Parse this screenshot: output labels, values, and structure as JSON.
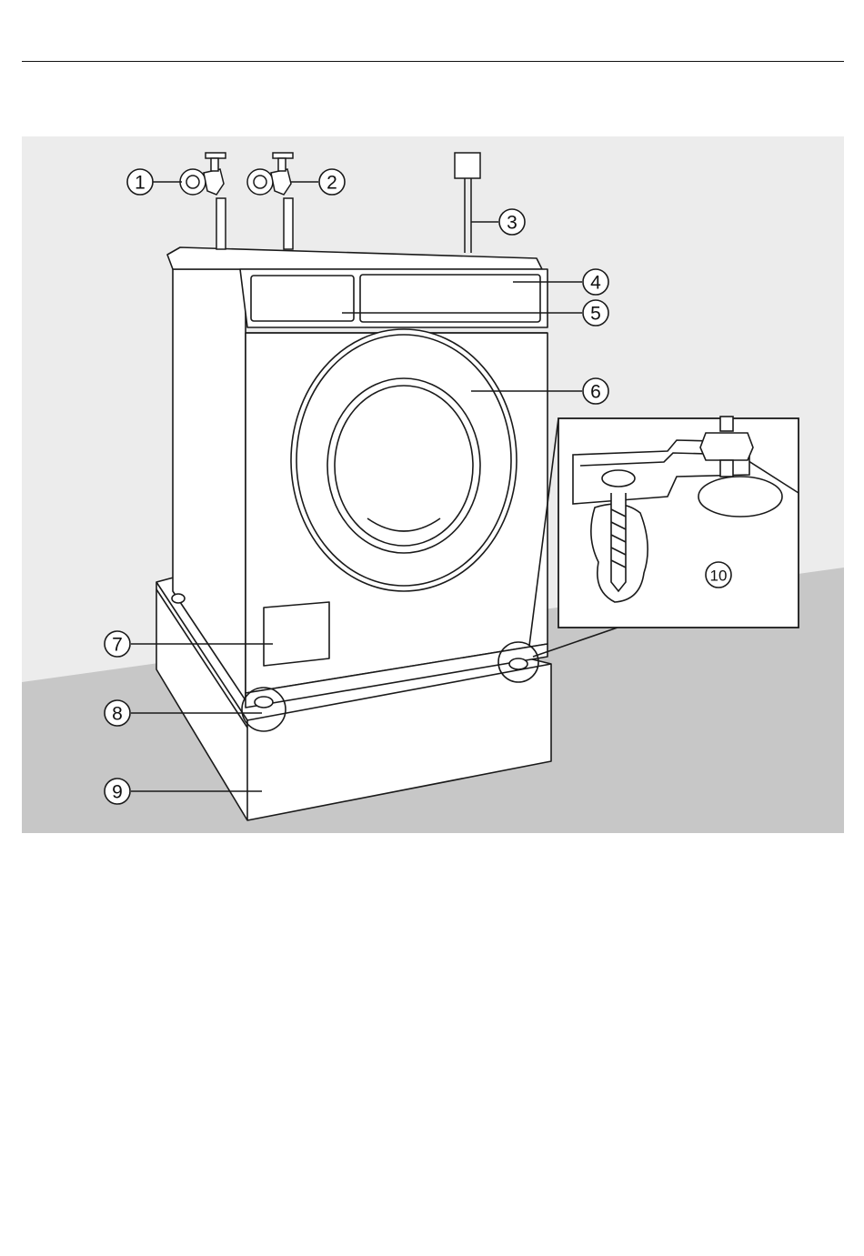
{
  "figure": {
    "callouts": [
      {
        "id": "c1",
        "label": "1"
      },
      {
        "id": "c2",
        "label": "2"
      },
      {
        "id": "c3",
        "label": "3"
      },
      {
        "id": "c4",
        "label": "4"
      },
      {
        "id": "c5",
        "label": "5"
      },
      {
        "id": "c6",
        "label": "6"
      },
      {
        "id": "c7",
        "label": "7"
      },
      {
        "id": "c8",
        "label": "8"
      },
      {
        "id": "c9",
        "label": "9"
      },
      {
        "id": "c10",
        "label": "10"
      }
    ]
  },
  "colors": {
    "wall": "#ececec",
    "floor": "#c7c7c7",
    "line": "#1a1a1a",
    "surface": "#ffffff"
  }
}
